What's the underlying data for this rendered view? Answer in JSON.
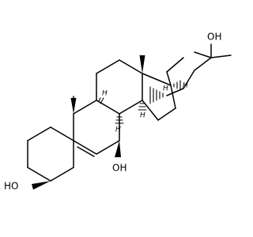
{
  "structure": {
    "atoms": {
      "o_side": "OH",
      "o_3": "HO",
      "o_7": "OH",
      "h_8": "H",
      "h_9": "H",
      "h_14": "H",
      "h_17": "H",
      "h_20": "H"
    }
  }
}
